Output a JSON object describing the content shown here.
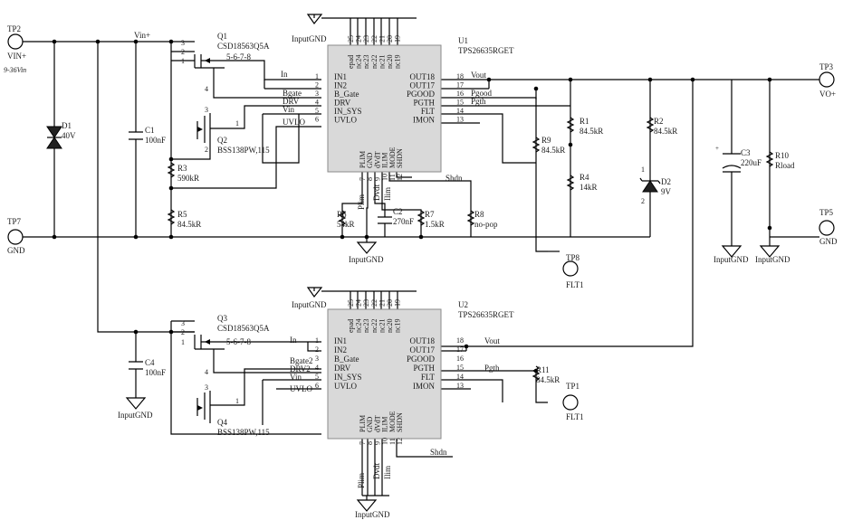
{
  "nets": {
    "vin_plus": "Vin+",
    "input_gnd": "InputGND",
    "in": "In",
    "bgate": "Bgate",
    "bgate2": "Bgate2",
    "drv": "DRV",
    "drv2": "DRV2",
    "vin": "Vin",
    "uvlo": "UVLO",
    "vout": "Vout",
    "pgood": "Pgood",
    "pgth": "Pgth",
    "shdn": "Shdn",
    "plim": "Plim",
    "dvdt": "Dvdt",
    "ilim": "Ilim"
  },
  "test_points": {
    "tp2": {
      "ref": "TP2",
      "label": "VIN+",
      "note": "9-36Vin"
    },
    "tp7": {
      "ref": "TP7",
      "label": "GND"
    },
    "tp3": {
      "ref": "TP3",
      "label": "VO+"
    },
    "tp5": {
      "ref": "TP5",
      "label": "GND"
    },
    "tp8": {
      "ref": "TP8",
      "label": "FLT1"
    },
    "tp1": {
      "ref": "TP1",
      "label": "FLT1"
    }
  },
  "parts": {
    "d1": {
      "ref": "D1",
      "value": "40V"
    },
    "c1": {
      "ref": "C1",
      "value": "100nF"
    },
    "c4": {
      "ref": "C4",
      "value": "100nF"
    },
    "q1": {
      "ref": "Q1",
      "value": "CSD18563Q5A",
      "pins": "5-6-7-8"
    },
    "q3": {
      "ref": "Q3",
      "value": "CSD18563Q5A",
      "pins": "5-6-7-8"
    },
    "q2": {
      "ref": "Q2",
      "value": "BSS138PW,115"
    },
    "q4": {
      "ref": "Q4",
      "value": "BSS138PW,115"
    },
    "r3": {
      "ref": "R3",
      "value": "590kR"
    },
    "r5": {
      "ref": "R5",
      "value": "84.5kR"
    },
    "r6": {
      "ref": "R6",
      "value": "54kR"
    },
    "c2": {
      "ref": "C2",
      "value": "270nF"
    },
    "r7": {
      "ref": "R7",
      "value": "1.5kR"
    },
    "r8": {
      "ref": "R8",
      "value": "no-pop"
    },
    "r9": {
      "ref": "R9",
      "value": "84.5kR"
    },
    "r1": {
      "ref": "R1",
      "value": "84.5kR"
    },
    "r4": {
      "ref": "R4",
      "value": "14kR"
    },
    "r2": {
      "ref": "R2",
      "value": "84.5kR"
    },
    "d2": {
      "ref": "D2",
      "value": "9V"
    },
    "c3": {
      "ref": "C3",
      "value": "220uF"
    },
    "r10": {
      "ref": "R10",
      "value": "Rload"
    },
    "r11": {
      "ref": "R11",
      "value": "84.5kR"
    }
  },
  "ic": {
    "u1_ref": "U1",
    "u2_ref": "U2",
    "part": "TPS26635RGET",
    "left_pins": [
      "IN1",
      "IN2",
      "B_Gate",
      "DRV",
      "IN_SYS",
      "UVLO"
    ],
    "left_nums": [
      "1",
      "2",
      "3",
      "4",
      "5",
      "6"
    ],
    "right_pins": [
      "OUT18",
      "OUT17",
      "PGOOD",
      "PGTH",
      "FLT",
      "IMON"
    ],
    "right_nums": [
      "18",
      "17",
      "16",
      "15",
      "14",
      "13"
    ],
    "top_pins": [
      "epad",
      "nc24",
      "nc23",
      "nc22",
      "nc21",
      "nc20",
      "nc19"
    ],
    "top_nums": [
      "25",
      "24",
      "23",
      "22",
      "21",
      "20",
      "19"
    ],
    "bottom_pins": [
      "PLIM",
      "GND",
      "dVdT",
      "ILIM",
      "MODE",
      "SHDN"
    ],
    "bottom_nums": [
      "7",
      "8",
      "9",
      "10",
      "11",
      "12"
    ]
  },
  "pin_nums": {
    "one": "1",
    "two": "2",
    "three": "3",
    "four": "4"
  }
}
